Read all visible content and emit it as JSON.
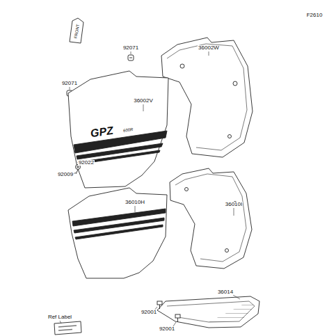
{
  "diagram": {
    "labels": [
      "F2610",
      "FRONT",
      "92071",
      "36002W",
      "92071",
      "36002V",
      "GPZ",
      "600R",
      "92022",
      "92009",
      "36010H",
      "36010I",
      "36014",
      "92001",
      "92001",
      "Ref Label"
    ]
  }
}
